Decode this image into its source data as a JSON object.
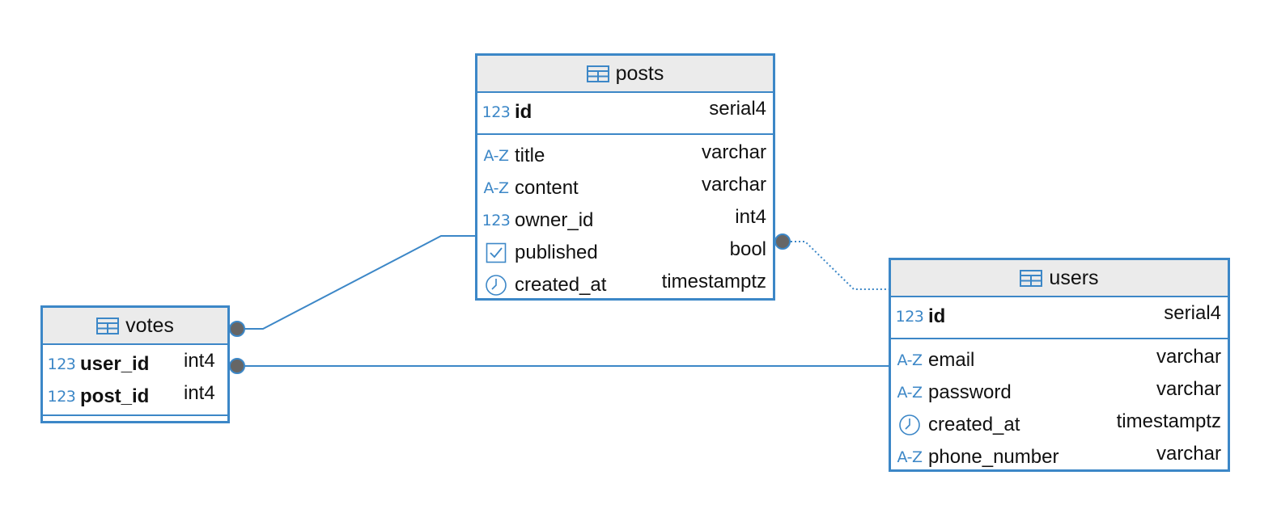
{
  "entities": {
    "posts": {
      "name": "posts",
      "pk": [
        {
          "icon": "numeric-icon",
          "icon_text": "123",
          "name": "id",
          "type": "serial4"
        }
      ],
      "columns": [
        {
          "icon": "text-icon",
          "icon_text": "A-Z",
          "name": "title",
          "type": "varchar"
        },
        {
          "icon": "text-icon",
          "icon_text": "A-Z",
          "name": "content",
          "type": "varchar"
        },
        {
          "icon": "numeric-icon",
          "icon_text": "123",
          "name": "owner_id",
          "type": "int4"
        },
        {
          "icon": "checkbox-icon",
          "icon_text": "",
          "name": "published",
          "type": "bool"
        },
        {
          "icon": "clock-icon",
          "icon_text": "",
          "name": "created_at",
          "type": "timestamptz"
        }
      ]
    },
    "users": {
      "name": "users",
      "pk": [
        {
          "icon": "numeric-icon",
          "icon_text": "123",
          "name": "id",
          "type": "serial4"
        }
      ],
      "columns": [
        {
          "icon": "text-icon",
          "icon_text": "A-Z",
          "name": "email",
          "type": "varchar"
        },
        {
          "icon": "text-icon",
          "icon_text": "A-Z",
          "name": "password",
          "type": "varchar"
        },
        {
          "icon": "clock-icon",
          "icon_text": "",
          "name": "created_at",
          "type": "timestamptz"
        },
        {
          "icon": "text-icon",
          "icon_text": "A-Z",
          "name": "phone_number",
          "type": "varchar"
        }
      ]
    },
    "votes": {
      "name": "votes",
      "pk": [
        {
          "icon": "numeric-icon",
          "icon_text": "123",
          "name": "user_id",
          "type": "int4"
        },
        {
          "icon": "numeric-icon",
          "icon_text": "123",
          "name": "post_id",
          "type": "int4"
        }
      ],
      "columns": []
    }
  },
  "relationships": [
    {
      "from": "votes",
      "to": "posts",
      "style": "solid"
    },
    {
      "from": "votes",
      "to": "users",
      "style": "solid"
    },
    {
      "from": "posts",
      "to": "users",
      "style": "dotted"
    }
  ],
  "colors": {
    "accent": "#3c87c7",
    "header_bg": "#ebebeb",
    "connector_dot": "#666666"
  }
}
